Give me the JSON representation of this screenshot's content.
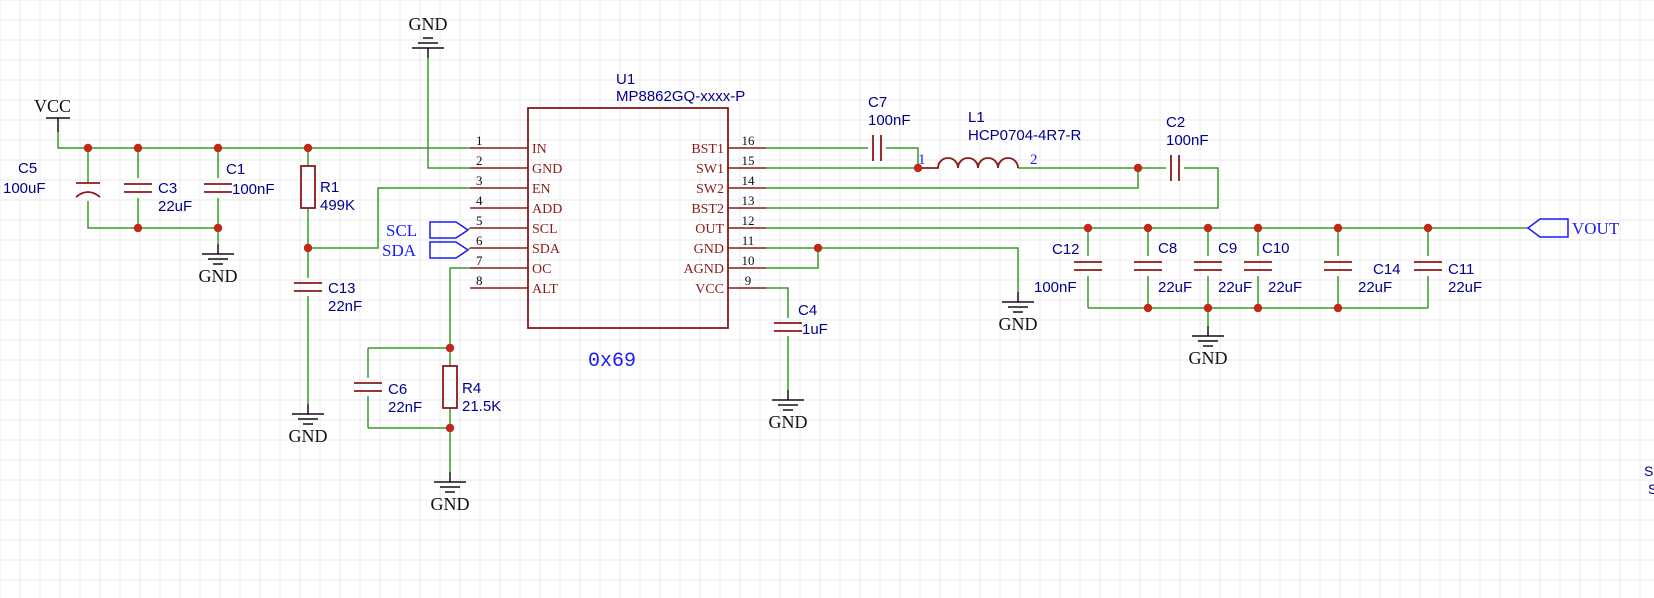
{
  "power": {
    "vcc": "VCC",
    "gnd": "GND"
  },
  "ic": {
    "ref": "U1",
    "part": "MP8862GQ-xxxx-P",
    "address": "0x69",
    "left_pins": [
      {
        "num": "1",
        "name": "IN"
      },
      {
        "num": "2",
        "name": "GND"
      },
      {
        "num": "3",
        "name": "EN"
      },
      {
        "num": "4",
        "name": "ADD"
      },
      {
        "num": "5",
        "name": "SCL"
      },
      {
        "num": "6",
        "name": "SDA"
      },
      {
        "num": "7",
        "name": "OC"
      },
      {
        "num": "8",
        "name": "ALT"
      }
    ],
    "right_pins": [
      {
        "num": "16",
        "name": "BST1"
      },
      {
        "num": "15",
        "name": "SW1"
      },
      {
        "num": "14",
        "name": "SW2"
      },
      {
        "num": "13",
        "name": "BST2"
      },
      {
        "num": "12",
        "name": "OUT"
      },
      {
        "num": "11",
        "name": "GND"
      },
      {
        "num": "10",
        "name": "AGND"
      },
      {
        "num": "9",
        "name": "VCC"
      }
    ]
  },
  "components": {
    "C5": {
      "ref": "C5",
      "value": "100uF"
    },
    "C3": {
      "ref": "C3",
      "value": "22uF"
    },
    "C1": {
      "ref": "C1",
      "value": "100nF"
    },
    "R1": {
      "ref": "R1",
      "value": "499K"
    },
    "C13": {
      "ref": "C13",
      "value": "22nF"
    },
    "C6": {
      "ref": "C6",
      "value": "22nF"
    },
    "R4": {
      "ref": "R4",
      "value": "21.5K"
    },
    "C7": {
      "ref": "C7",
      "value": "100nF"
    },
    "L1": {
      "ref": "L1",
      "value": "HCP0704-4R7-R",
      "pin1": "1",
      "pin2": "2"
    },
    "C2": {
      "ref": "C2",
      "value": "100nF"
    },
    "C4": {
      "ref": "C4",
      "value": "1uF"
    },
    "C12": {
      "ref": "C12",
      "value": "100nF"
    },
    "C8": {
      "ref": "C8",
      "value": "22uF"
    },
    "C9": {
      "ref": "C9",
      "value": "22uF"
    },
    "C10": {
      "ref": "C10",
      "value": "22uF"
    },
    "C14": {
      "ref": "C14",
      "value": "22uF"
    },
    "C11": {
      "ref": "C11",
      "value": "22uF"
    }
  },
  "ports": {
    "scl": "SCL",
    "sda": "SDA",
    "vout": "VOUT"
  },
  "edge_text": [
    "S",
    "S"
  ]
}
